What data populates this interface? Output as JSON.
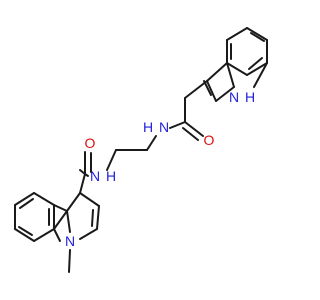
{
  "molecule": {
    "atom_labels": {
      "indole_nh_n": "N",
      "indole_nh_h": "H",
      "amide1_n": "N",
      "amide1_h": "H",
      "amide1_o": "O",
      "amide2_n": "N",
      "amide2_h": "H",
      "amide2_o": "O",
      "methylindole_n": "N"
    },
    "colors": {
      "bond": "#1a1a1a",
      "nitrogen": "#1f1fdd",
      "oxygen": "#e01010",
      "background": "#ffffff"
    }
  }
}
